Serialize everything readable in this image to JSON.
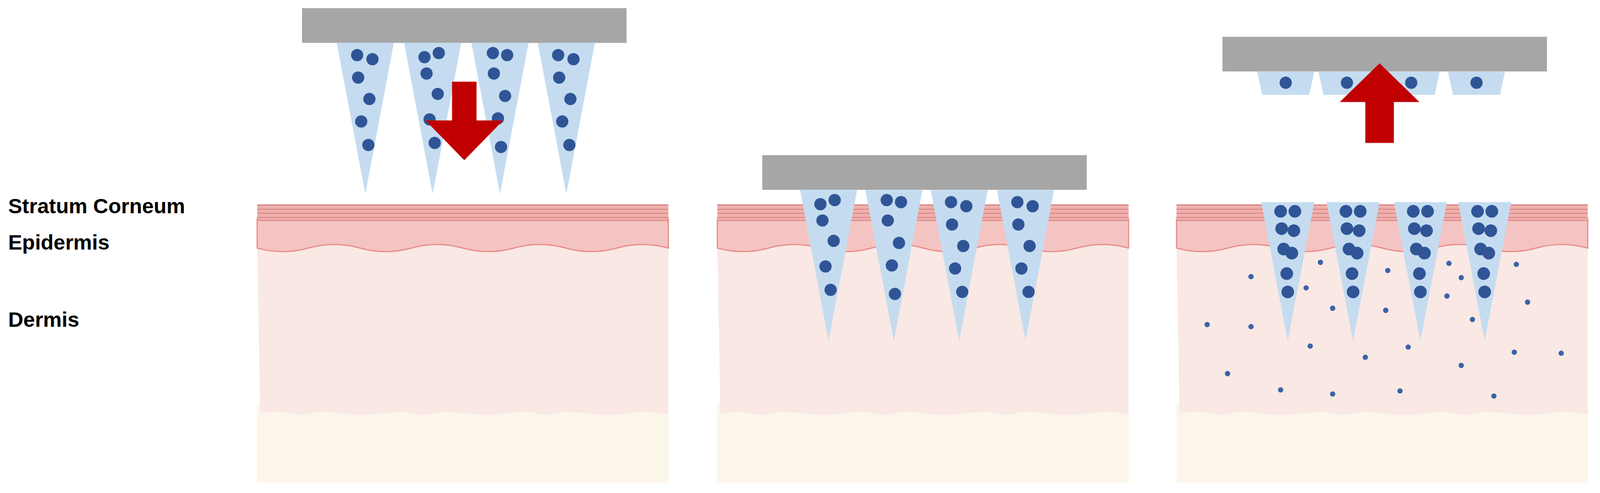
{
  "diagram": {
    "labels": [
      "Stratum Corneum",
      "Epidermis",
      "Dermis"
    ]
  }
}
